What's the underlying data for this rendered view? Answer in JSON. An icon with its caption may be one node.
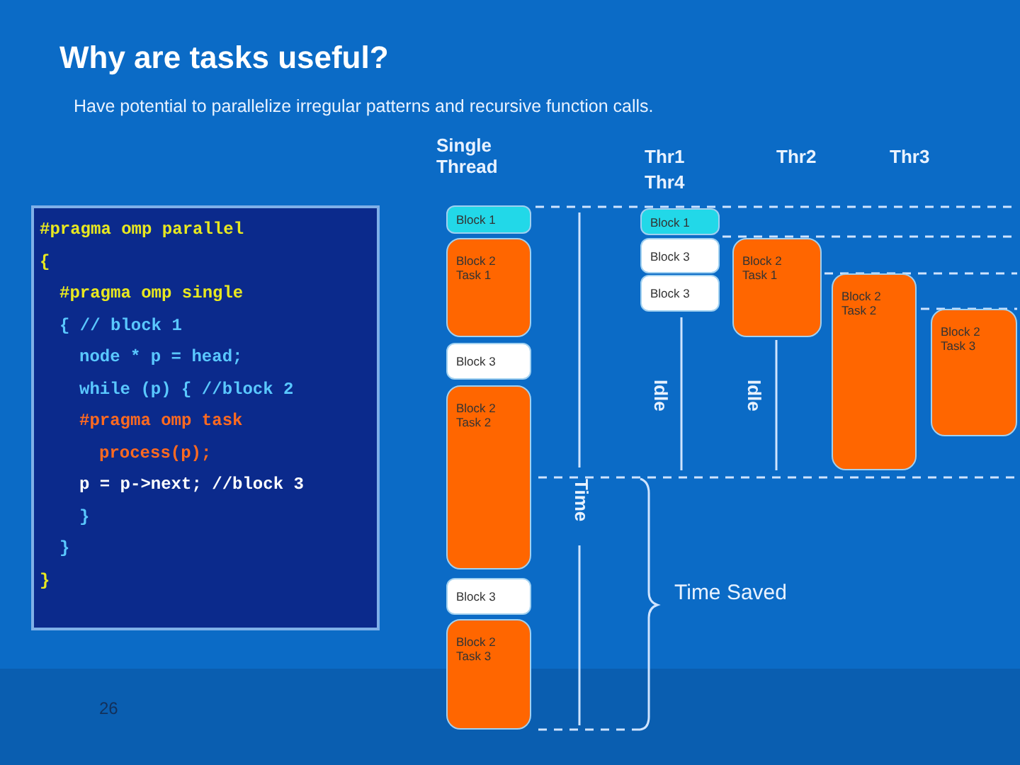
{
  "diagram": {
    "title": "Why are tasks useful?",
    "nodes": [
      {
        "text": [
          "#pragma omp parallel",
          "{",
          "#pragma omp single",
          "{ // block 1",
          "node * p = head;",
          "while (p) { //block 2",
          "#pragma omp task",
          "process(p);",
          "p = p->next; //block 3",
          "}",
          "}",
          "}"
        ]
      },
      {
        "text": [
          "Block 1"
        ]
      },
      {
        "text": [
          "Block 2 Task 1"
        ]
      },
      {
        "text": [
          "Block 3"
        ]
      },
      {
        "text": [
          "Block 2 Task 2"
        ]
      },
      {
        "text": [
          "Block 3"
        ]
      },
      {
        "text": [
          "Block 2 Task 3"
        ]
      },
      {
        "text": [
          "Block 1"
        ]
      },
      {
        "text": [
          "Block 3"
        ]
      },
      {
        "text": [
          "Block 3"
        ]
      },
      {
        "text": [
          "Block 2 Task 1"
        ]
      },
      {
        "text": [
          "Block 2 Task 2"
        ]
      },
      {
        "text": [
          "Block 2 Task 3"
        ]
      }
    ],
    "labels": [
      "Have potential to parallelize irregular patterns and recursive function calls.",
      "Single Thread",
      "Thr1",
      "Thr2",
      "Thr3",
      "Thr4",
      "Idle",
      "Idle",
      "Time",
      "Time Saved",
      "26"
    ]
  }
}
